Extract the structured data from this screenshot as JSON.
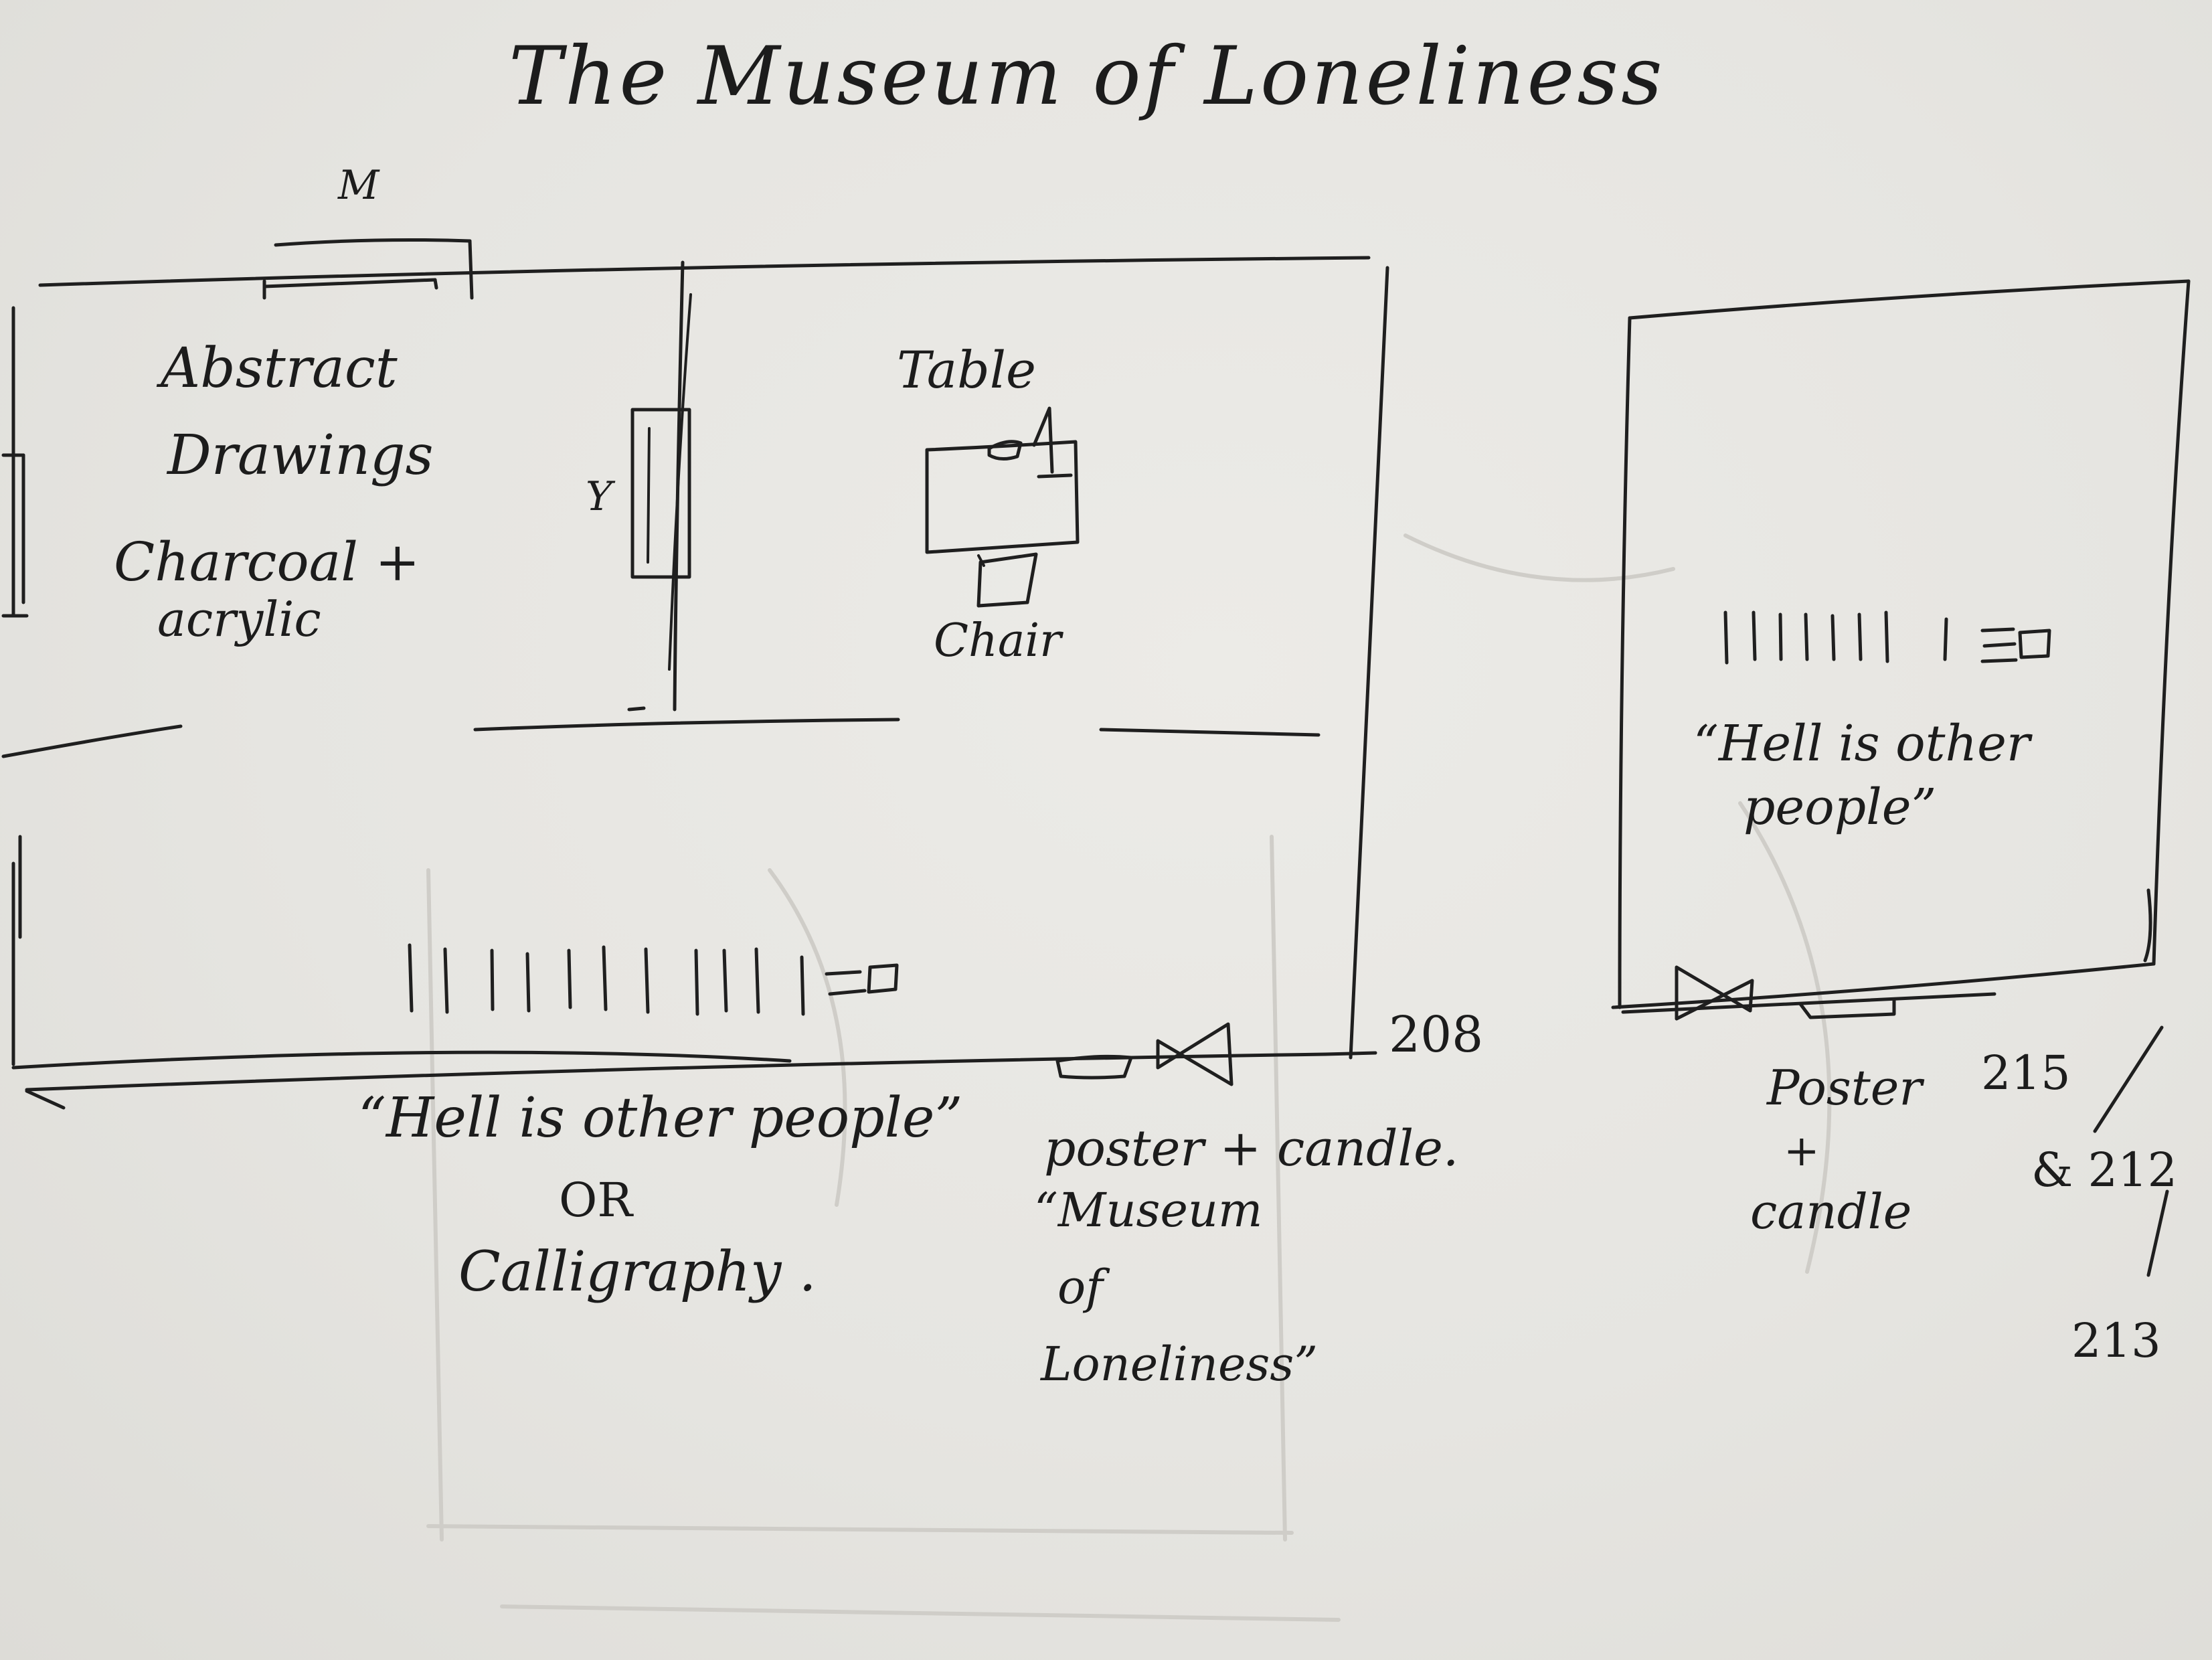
{
  "title": "The Museum of Loneliness",
  "room_208": {
    "number": "208",
    "marker_m": "M",
    "marker_y": "Y",
    "left_wall_note": [
      "Abstract",
      "Drawings",
      "Charcoal +",
      "acrylic"
    ],
    "table_label": "Table",
    "chair_label": "Chair",
    "wall_text_option_1": "“Hell is other people”",
    "or_label": "OR",
    "wall_text_option_2": "Calligraphy .",
    "entrance_note": "poster + candle.",
    "poster_text": [
      "“Museum",
      "of",
      "Loneliness”"
    ]
  },
  "room_215": {
    "numbers": [
      "215",
      "& 212",
      "213"
    ],
    "wall_text": [
      "“Hell is other",
      "people”"
    ],
    "entrance_note": [
      "Poster",
      "+",
      "candle"
    ]
  }
}
